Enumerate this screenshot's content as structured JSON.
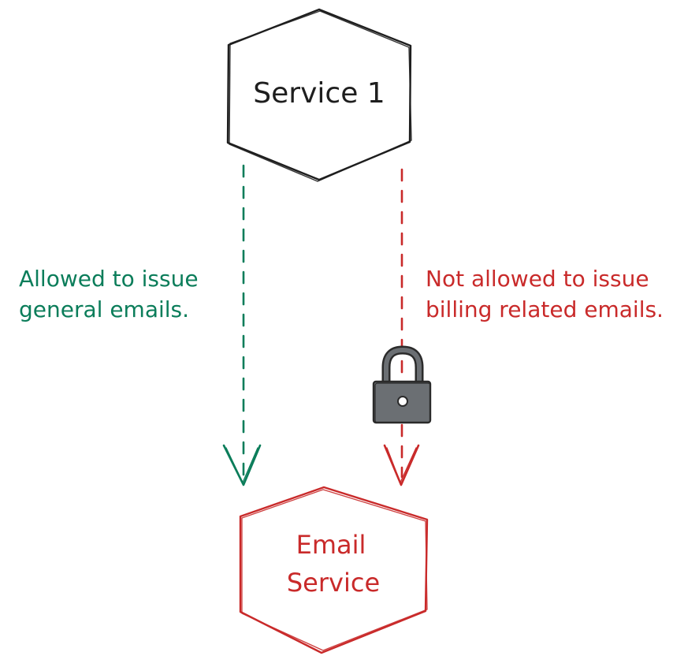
{
  "nodes": {
    "service1": {
      "label": "Service 1",
      "color": "#1e1e1e"
    },
    "email_service": {
      "line1": "Email",
      "line2": "Service",
      "color": "#c92a2a"
    }
  },
  "edges": {
    "allowed": {
      "line1": "Allowed to issue",
      "line2": "general emails.",
      "color": "#0b7d5a"
    },
    "blocked": {
      "line1": "Not allowed to issue",
      "line2": "billing related emails.",
      "color": "#c92a2a"
    }
  },
  "icons": {
    "blocked_edge": "padlock-icon"
  },
  "colors": {
    "background": "#ffffff",
    "lock_body": "#6b6f73",
    "lock_outline": "#2b2b2b"
  }
}
